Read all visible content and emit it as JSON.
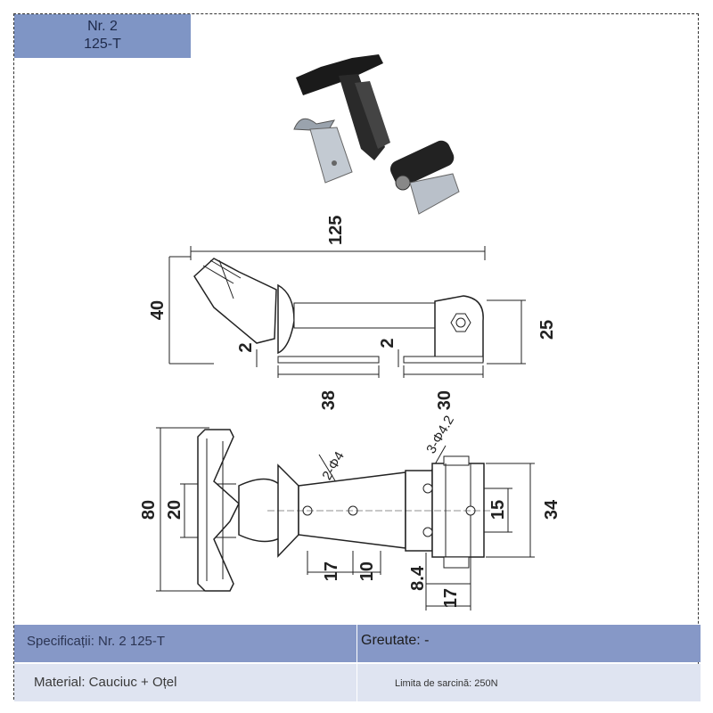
{
  "badge": {
    "line1": "Nr. 2",
    "line2": "125-T"
  },
  "dimensions": {
    "top_width": "125",
    "height_left": "40",
    "height_right": "25",
    "gap_left": "2",
    "gap_right": "2",
    "base_left": "38",
    "base_right": "30",
    "width_total": "80",
    "handle_width": "20",
    "hole_label_2": "2-Φ4",
    "hole_label_3": "3-Φ4.2",
    "plate_height": "34",
    "hole_spacing": "15",
    "dim_17a": "17",
    "dim_10": "10",
    "dim_8_4": "8.4",
    "dim_17b": "17"
  },
  "specs": {
    "specification": "Specificații: Nr. 2 125-T",
    "weight": "Greutate: -",
    "material": "Material: Cauciuc + Oțel",
    "load_limit": "Limita de sarcină: 250N"
  }
}
